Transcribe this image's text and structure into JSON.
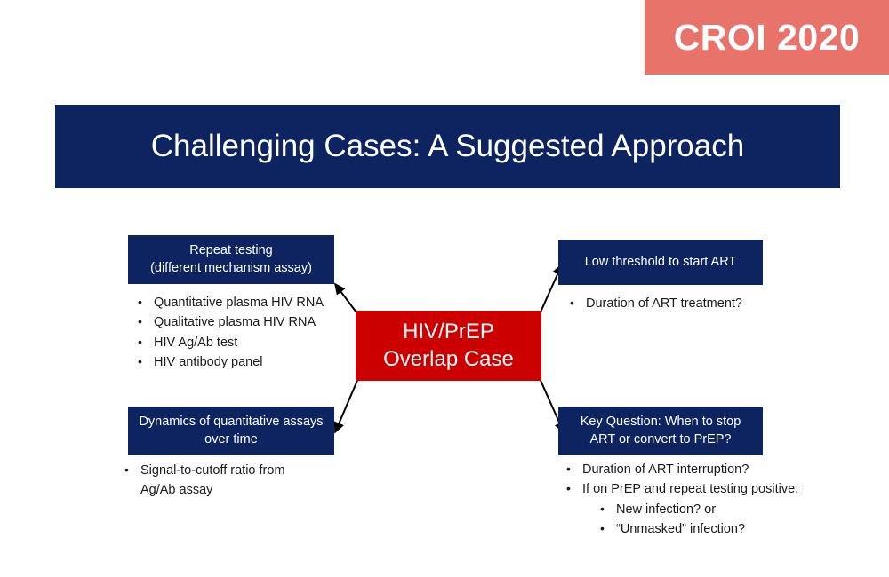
{
  "banner": {
    "label": "CROI 2020",
    "background_color": "#E8736A",
    "text_color": "#ffffff"
  },
  "title": {
    "text": "Challenging Cases: A Suggested Approach",
    "background_color": "#0D2461",
    "text_color": "#ffffff"
  },
  "colors": {
    "navy": "#0D2461",
    "red": "#CC0000",
    "page_background": "#ffffff",
    "body_text": "#1a1a1a"
  },
  "diagram": {
    "center_node": {
      "label": "HIV/PrEP\nOverlap Case",
      "color": "#CC0000"
    },
    "nodes": [
      {
        "id": "repeat-testing",
        "label": "Repeat testing\n(different mechanism assay)",
        "color": "#0D2461",
        "bullets": [
          {
            "text": "Quantitative plasma HIV RNA",
            "level": 1
          },
          {
            "text": "Qualitative plasma HIV RNA",
            "level": 1
          },
          {
            "text": "HIV Ag/Ab test",
            "level": 1
          },
          {
            "text": "HIV antibody panel",
            "level": 1
          }
        ]
      },
      {
        "id": "dynamics",
        "label": "Dynamics of quantitative assays\nover time",
        "color": "#0D2461",
        "bullets": [
          {
            "text": "Signal-to-cutoff ratio from\nAg/Ab assay",
            "level": 1
          }
        ]
      },
      {
        "id": "low-threshold",
        "label": "Low threshold to start ART",
        "color": "#0D2461",
        "bullets": [
          {
            "text": "Duration of ART treatment?",
            "level": 1
          }
        ]
      },
      {
        "id": "key-question",
        "label": "Key Question: When to stop\nART or convert to PrEP?",
        "color": "#0D2461",
        "bullets": [
          {
            "text": "Duration of ART interruption?",
            "level": 1
          },
          {
            "text": "If on PrEP and repeat testing positive:",
            "level": 1
          },
          {
            "text": "New infection? or",
            "level": 2
          },
          {
            "text": "“Unmasked” infection?",
            "level": 2
          }
        ]
      }
    ],
    "bullet_glyph": "•",
    "connectors": [
      {
        "from": "center-node",
        "to": "repeat-testing"
      },
      {
        "from": "center-node",
        "to": "dynamics"
      },
      {
        "from": "center-node",
        "to": "low-threshold"
      },
      {
        "from": "center-node",
        "to": "key-question"
      }
    ]
  }
}
